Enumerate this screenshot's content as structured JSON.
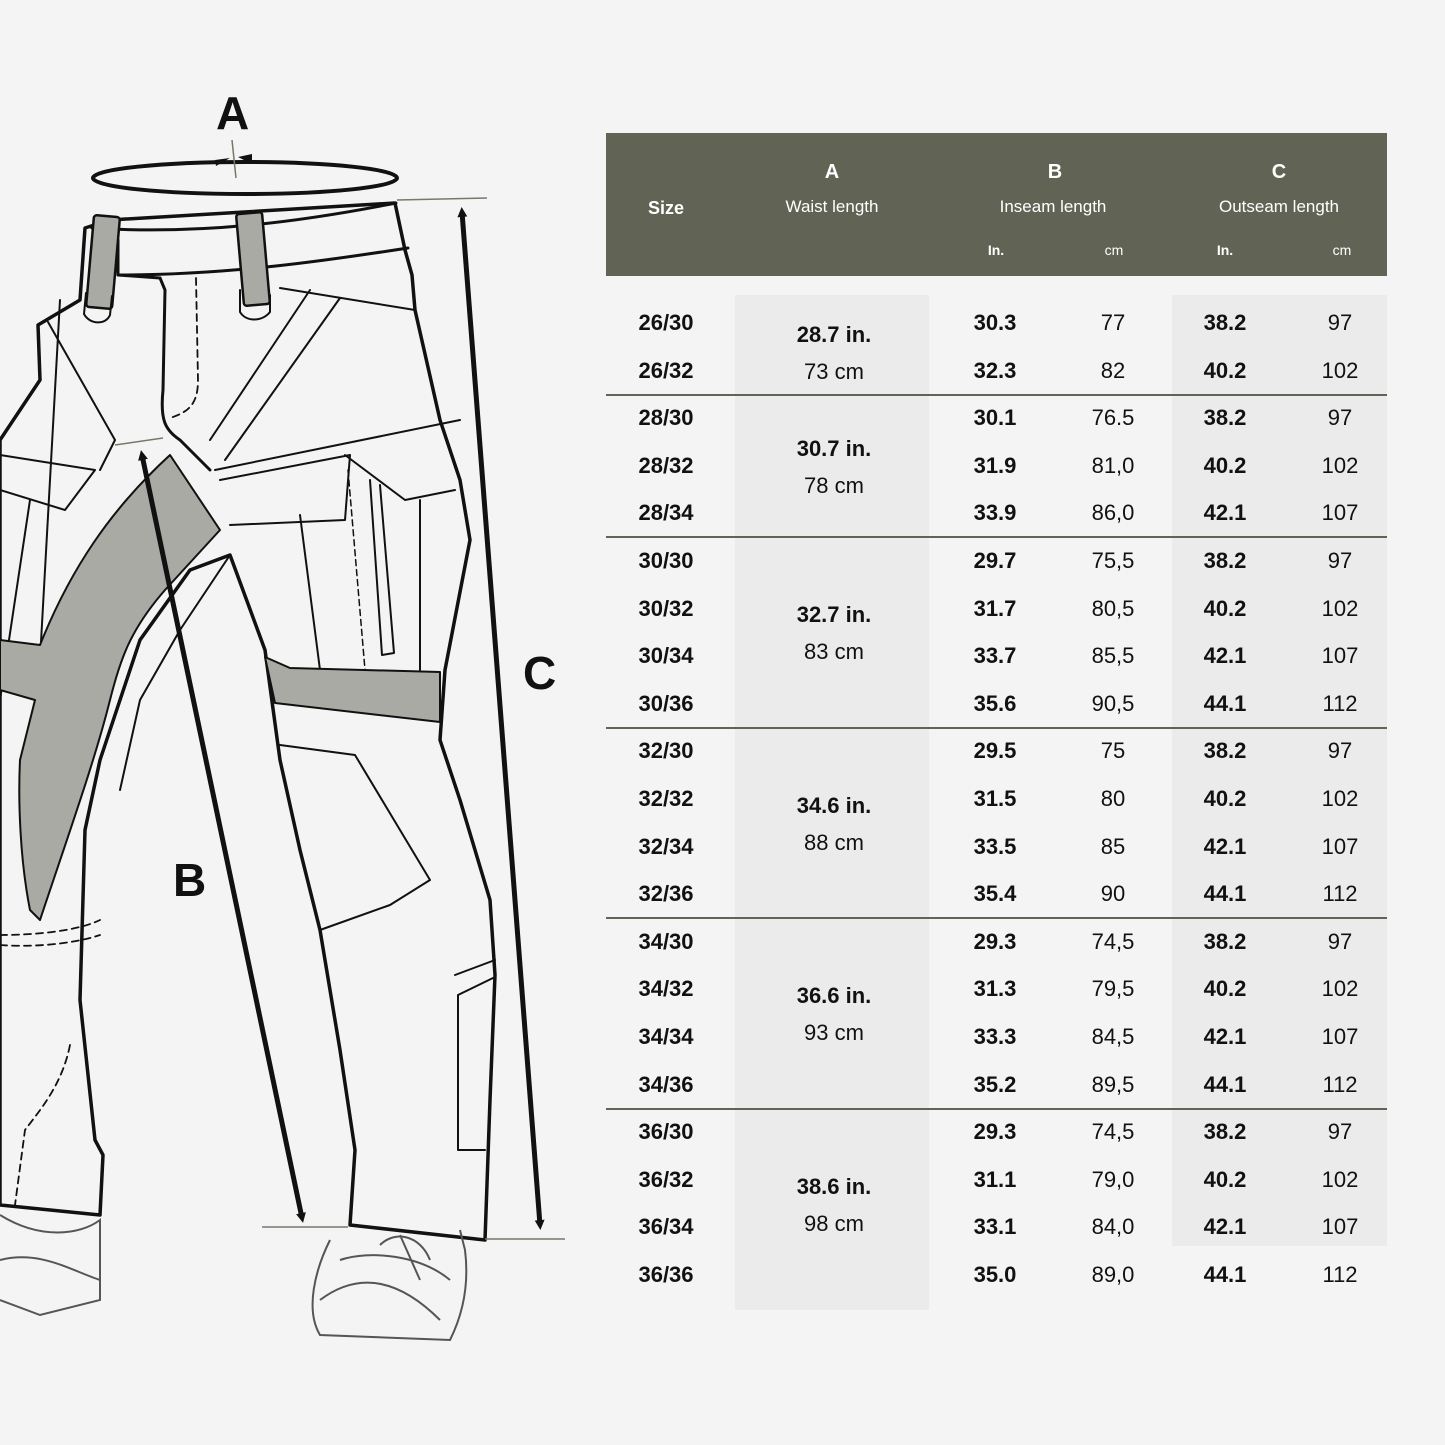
{
  "illustration": {
    "labels": {
      "a": "A",
      "b": "B",
      "c": "C"
    },
    "colors": {
      "line": "#111111",
      "fill": "#f4f4f4",
      "accent_fill": "#a9aaa3",
      "guide": "#77786a"
    }
  },
  "table": {
    "header_bg": "#616355",
    "header": {
      "size": "Size",
      "waist": {
        "letter": "A",
        "label": "Waist length"
      },
      "inseam": {
        "letter": "B",
        "label": "Inseam length",
        "unit_in": "In.",
        "unit_cm": "cm"
      },
      "outseam": {
        "letter": "C",
        "label": "Outseam length",
        "unit_in": "In.",
        "unit_cm": "cm"
      }
    },
    "groups": [
      {
        "waist_in": "28.7 in.",
        "waist_cm": "73  cm",
        "rows": [
          {
            "size": "26/30",
            "inseam_in": "30.3",
            "inseam_cm": "77",
            "outseam_in": "38.2",
            "outseam_cm": "97"
          },
          {
            "size": "26/32",
            "inseam_in": "32.3",
            "inseam_cm": "82",
            "outseam_in": "40.2",
            "outseam_cm": "102"
          }
        ]
      },
      {
        "waist_in": "30.7 in.",
        "waist_cm": "78  cm",
        "rows": [
          {
            "size": "28/30",
            "inseam_in": "30.1",
            "inseam_cm": "76.5",
            "outseam_in": "38.2",
            "outseam_cm": "97"
          },
          {
            "size": "28/32",
            "inseam_in": "31.9",
            "inseam_cm": "81,0",
            "outseam_in": "40.2",
            "outseam_cm": "102"
          },
          {
            "size": "28/34",
            "inseam_in": "33.9",
            "inseam_cm": "86,0",
            "outseam_in": "42.1",
            "outseam_cm": "107"
          }
        ]
      },
      {
        "waist_in": "32.7 in.",
        "waist_cm": "83  cm",
        "rows": [
          {
            "size": "30/30",
            "inseam_in": "29.7",
            "inseam_cm": "75,5",
            "outseam_in": "38.2",
            "outseam_cm": "97"
          },
          {
            "size": "30/32",
            "inseam_in": "31.7",
            "inseam_cm": "80,5",
            "outseam_in": "40.2",
            "outseam_cm": "102"
          },
          {
            "size": "30/34",
            "inseam_in": "33.7",
            "inseam_cm": "85,5",
            "outseam_in": "42.1",
            "outseam_cm": "107"
          },
          {
            "size": "30/36",
            "inseam_in": "35.6",
            "inseam_cm": "90,5",
            "outseam_in": "44.1",
            "outseam_cm": "112"
          }
        ]
      },
      {
        "waist_in": "34.6 in.",
        "waist_cm": "88  cm",
        "rows": [
          {
            "size": "32/30",
            "inseam_in": "29.5",
            "inseam_cm": "75",
            "outseam_in": "38.2",
            "outseam_cm": "97"
          },
          {
            "size": "32/32",
            "inseam_in": "31.5",
            "inseam_cm": "80",
            "outseam_in": "40.2",
            "outseam_cm": "102"
          },
          {
            "size": "32/34",
            "inseam_in": "33.5",
            "inseam_cm": "85",
            "outseam_in": "42.1",
            "outseam_cm": "107"
          },
          {
            "size": "32/36",
            "inseam_in": "35.4",
            "inseam_cm": "90",
            "outseam_in": "44.1",
            "outseam_cm": "112"
          }
        ]
      },
      {
        "waist_in": "36.6 in.",
        "waist_cm": "93  cm",
        "rows": [
          {
            "size": "34/30",
            "inseam_in": "29.3",
            "inseam_cm": "74,5",
            "outseam_in": "38.2",
            "outseam_cm": "97"
          },
          {
            "size": "34/32",
            "inseam_in": "31.3",
            "inseam_cm": "79,5",
            "outseam_in": "40.2",
            "outseam_cm": "102"
          },
          {
            "size": "34/34",
            "inseam_in": "33.3",
            "inseam_cm": "84,5",
            "outseam_in": "42.1",
            "outseam_cm": "107"
          },
          {
            "size": "34/36",
            "inseam_in": "35.2",
            "inseam_cm": "89,5",
            "outseam_in": "44.1",
            "outseam_cm": "112"
          }
        ]
      },
      {
        "waist_in": "38.6 in.",
        "waist_cm": "98  cm",
        "rows": [
          {
            "size": "36/30",
            "inseam_in": "29.3",
            "inseam_cm": "74,5",
            "outseam_in": "38.2",
            "outseam_cm": "97"
          },
          {
            "size": "36/32",
            "inseam_in": "31.1",
            "inseam_cm": "79,0",
            "outseam_in": "40.2",
            "outseam_cm": "102"
          },
          {
            "size": "36/34",
            "inseam_in": "33.1",
            "inseam_cm": "84,0",
            "outseam_in": "42.1",
            "outseam_cm": "107"
          },
          {
            "size": "36/36",
            "inseam_in": "35.0",
            "inseam_cm": "89,0",
            "outseam_in": "44.1",
            "outseam_cm": "112"
          }
        ]
      }
    ]
  }
}
